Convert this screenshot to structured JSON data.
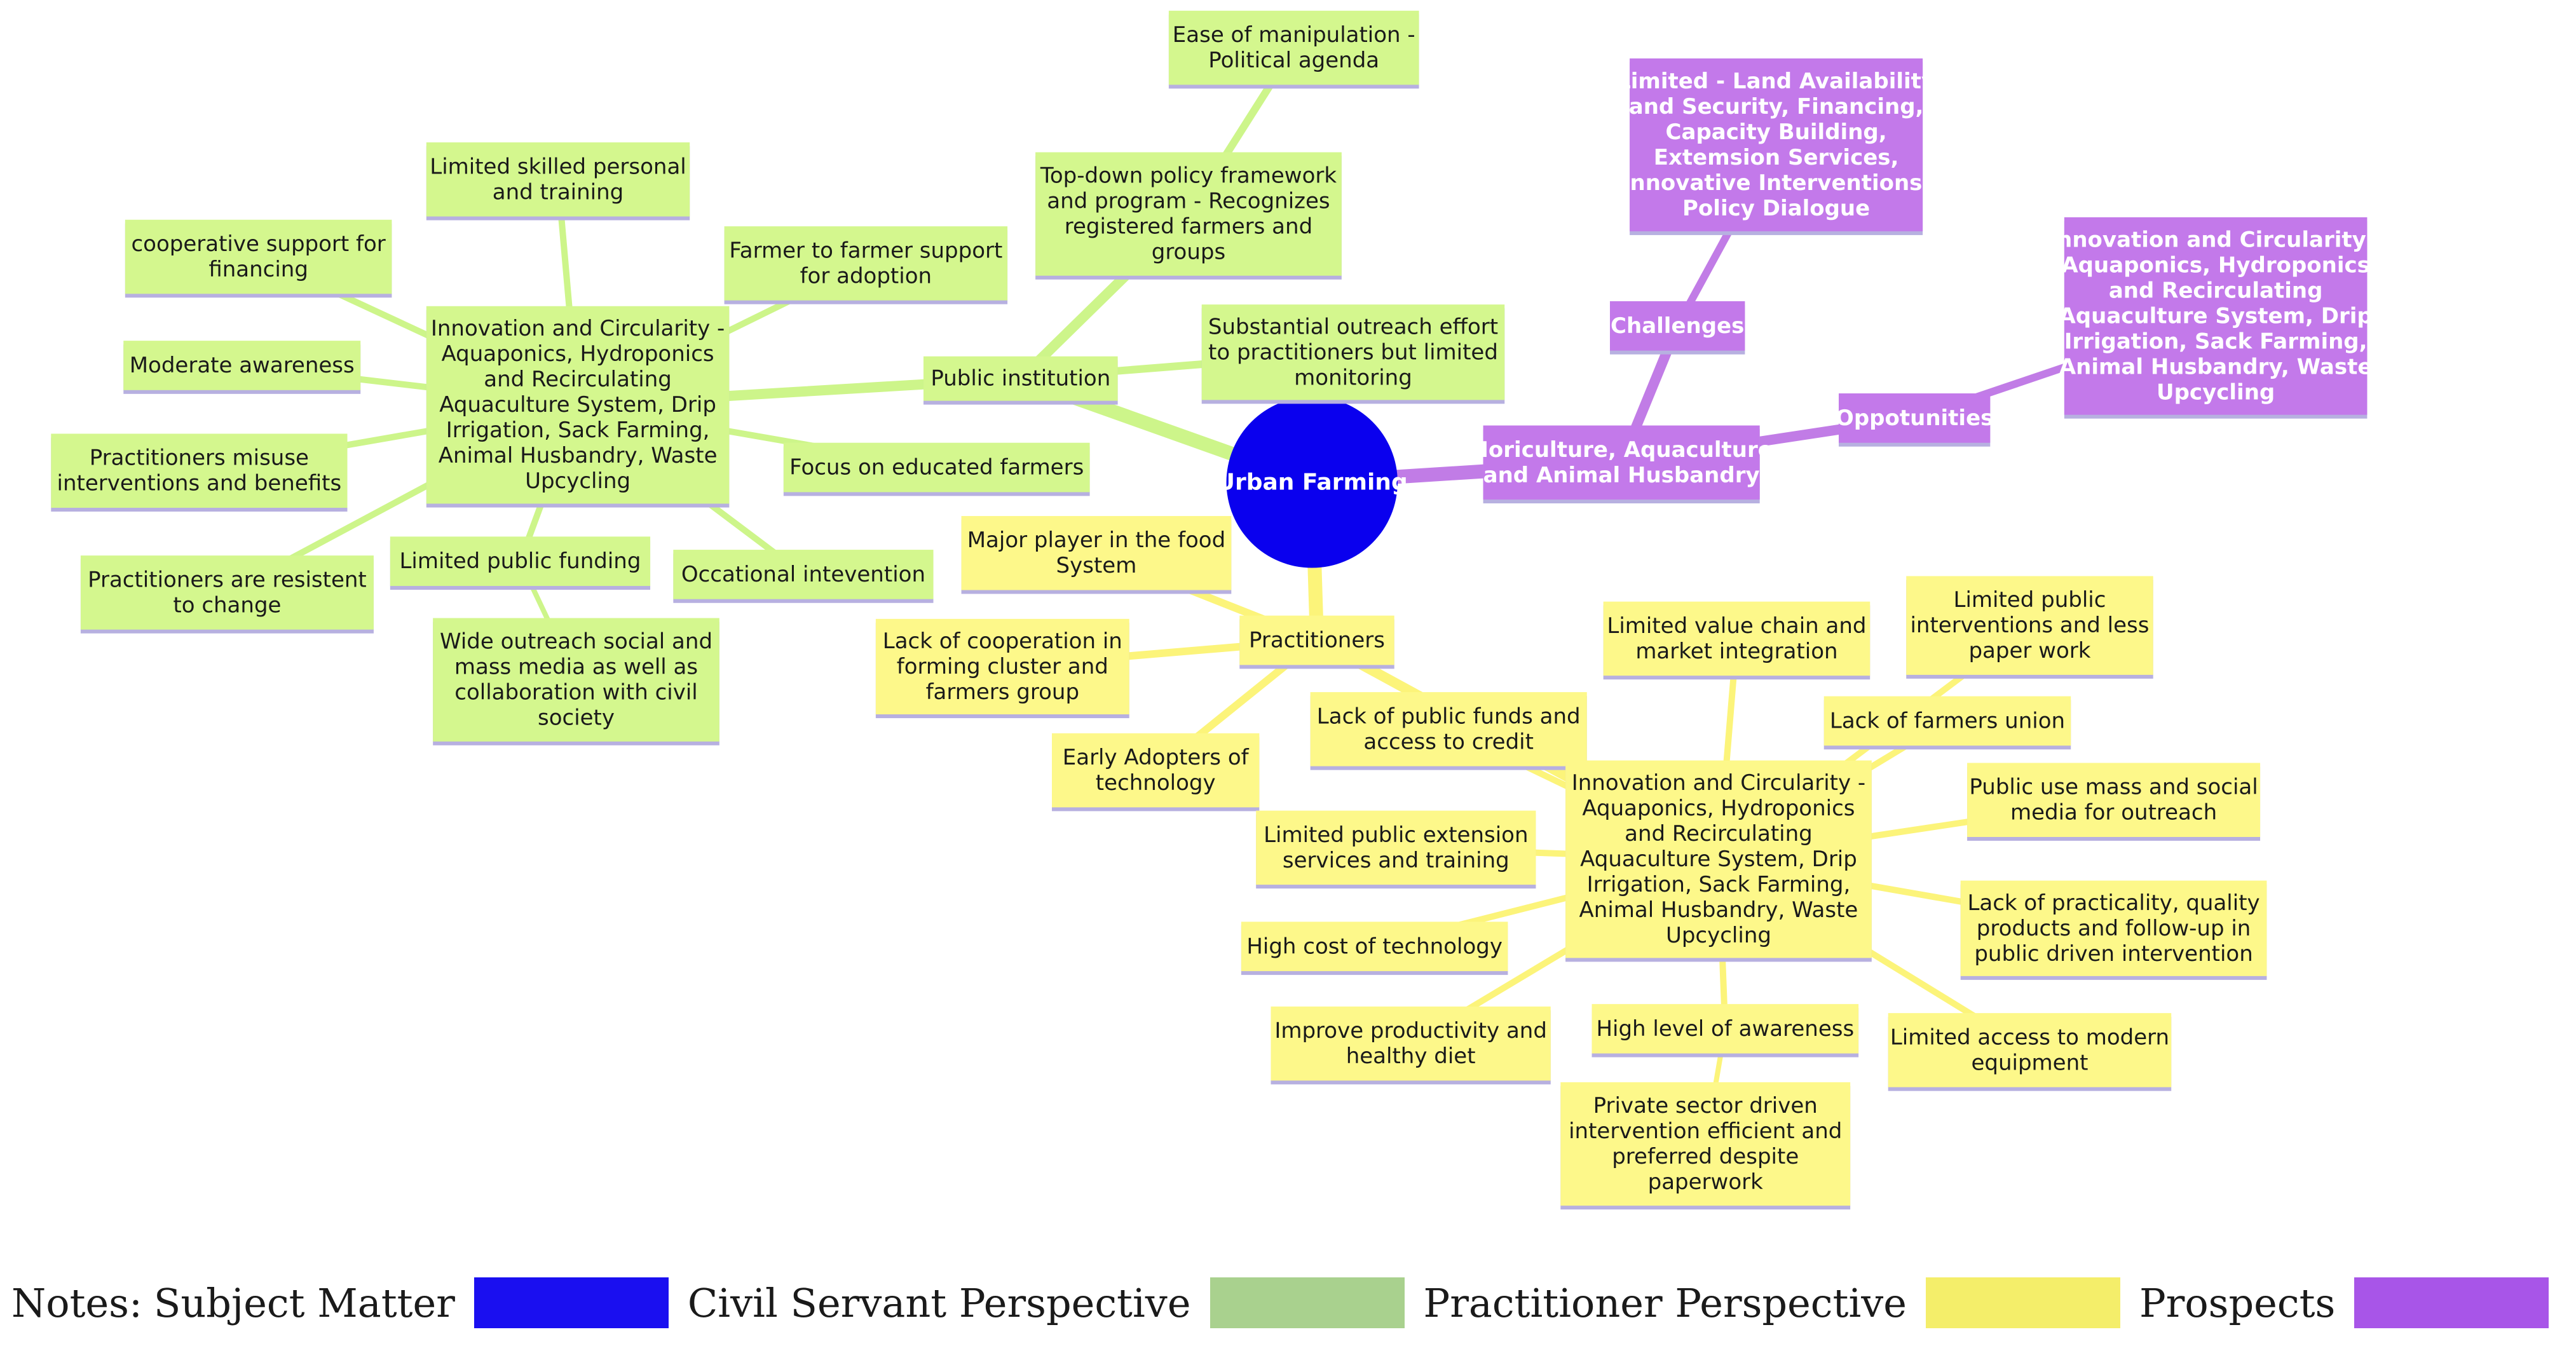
{
  "colors": {
    "subject": "#0a00ee",
    "civil": "#d4f78e",
    "civil_link": "#cdf58a",
    "practitioner": "#fdf88a",
    "practitioner_link": "#fcf47a",
    "prospects": "#c379ea",
    "prospects_link": "#c17ce6",
    "node_shadow": "#b7b0e0",
    "text_dark": "#1a1a1a",
    "text_light": "#ffffff"
  },
  "mindmap": {
    "center": {
      "id": "urban",
      "label": "Urban Farming"
    },
    "civil": {
      "branch": {
        "id": "public-institution",
        "lines": [
          "Public institution"
        ]
      },
      "nodes": [
        {
          "id": "top-down-policy",
          "lines": [
            "Top-down policy framework",
            "and program - Recognizes",
            "registered farmers and",
            "groups"
          ]
        },
        {
          "id": "ease-of-manipulation",
          "lines": [
            "Ease of manipulation -",
            "Political agenda"
          ]
        },
        {
          "id": "substantial-outreach",
          "lines": [
            "Substantial outreach effort",
            "to practitioners but limited",
            "monitoring"
          ]
        },
        {
          "id": "focus-educated",
          "lines": [
            "Focus on educated farmers"
          ]
        },
        {
          "id": "innovation-civil",
          "lines": [
            "Innovation and Circularity -",
            "Aquaponics, Hydroponics",
            "and Recirculating",
            "Aquaculture System, Drip",
            "Irrigation, Sack Farming,",
            "Animal Husbandry, Waste",
            "Upcycling"
          ]
        },
        {
          "id": "limited-skilled",
          "lines": [
            "Limited skilled personal",
            "and training"
          ]
        },
        {
          "id": "farmer-to-farmer",
          "lines": [
            "Farmer to farmer support",
            "for adoption"
          ]
        },
        {
          "id": "cooperative-support",
          "lines": [
            "cooperative support for",
            "financing"
          ]
        },
        {
          "id": "moderate-awareness",
          "lines": [
            "Moderate awareness"
          ]
        },
        {
          "id": "practitioners-misuse",
          "lines": [
            "Practitioners misuse",
            "interventions and benefits"
          ]
        },
        {
          "id": "practitioners-resistent",
          "lines": [
            "Practitioners are resistent",
            "to change"
          ]
        },
        {
          "id": "limited-public-funding",
          "lines": [
            "Limited public funding"
          ]
        },
        {
          "id": "occational-intevention",
          "lines": [
            "Occational intevention"
          ]
        },
        {
          "id": "wide-outreach",
          "lines": [
            "Wide outreach social and",
            "mass media as well as",
            "collaboration with civil",
            "society"
          ]
        }
      ]
    },
    "practitioner": {
      "branch": {
        "id": "practitioners",
        "lines": [
          "Practitioners"
        ]
      },
      "nodes": [
        {
          "id": "major-player",
          "lines": [
            "Major player in the food",
            "System"
          ]
        },
        {
          "id": "lack-cooperation",
          "lines": [
            "Lack of cooperation in",
            "forming cluster and",
            "farmers group"
          ]
        },
        {
          "id": "early-adopters",
          "lines": [
            "Early Adopters of",
            "technology"
          ]
        },
        {
          "id": "lack-public-funds",
          "lines": [
            "Lack of public funds and",
            "access to credit"
          ]
        },
        {
          "id": "innovation-practitioner",
          "lines": [
            "Innovation and Circularity -",
            "Aquaponics, Hydroponics",
            "and Recirculating",
            "Aquaculture System, Drip",
            "Irrigation, Sack Farming,",
            "Animal Husbandry, Waste",
            "Upcycling"
          ]
        },
        {
          "id": "limited-value-chain",
          "lines": [
            "Limited value chain and",
            "market integration"
          ]
        },
        {
          "id": "limited-public-interventions",
          "lines": [
            "Limited public",
            "interventions and less",
            "paper work"
          ]
        },
        {
          "id": "lack-farmers-union",
          "lines": [
            "Lack of farmers union"
          ]
        },
        {
          "id": "public-use-mass",
          "lines": [
            "Public use mass and social",
            "media for outreach"
          ]
        },
        {
          "id": "lack-practicality",
          "lines": [
            "Lack of practicality, quality",
            "products and follow-up in",
            "public driven intervention"
          ]
        },
        {
          "id": "limited-access-equipment",
          "lines": [
            "Limited access to modern",
            "equipment"
          ]
        },
        {
          "id": "high-awareness",
          "lines": [
            "High level of awareness"
          ]
        },
        {
          "id": "private-sector",
          "lines": [
            "Private sector driven",
            "intervention efficient and",
            "preferred despite",
            "paperwork"
          ]
        },
        {
          "id": "improve-productivity",
          "lines": [
            "Improve productivity and",
            "healthy diet"
          ]
        },
        {
          "id": "high-cost",
          "lines": [
            "High cost of technology"
          ]
        },
        {
          "id": "limited-extension",
          "lines": [
            "Limited public extension",
            "services and training"
          ]
        }
      ]
    },
    "prospects": {
      "branch": {
        "id": "horiculture",
        "lines": [
          "Horiculture, Aquaculture",
          "and Animal Husbandry"
        ]
      },
      "nodes": [
        {
          "id": "challenges",
          "lines": [
            "Challenges"
          ]
        },
        {
          "id": "challenges-detail",
          "lines": [
            "Limited - Land Availability",
            "and Security, Financing,",
            "Capacity Building,",
            "Extemsion Services,",
            "Innovative Interventions,",
            "Policy Dialogue"
          ]
        },
        {
          "id": "oppotunities",
          "lines": [
            "Oppotunities"
          ]
        },
        {
          "id": "oppotunities-detail",
          "lines": [
            "Innovation and Circularity -",
            "Aquaponics, Hydroponics",
            "and Recirculating",
            "Aquaculture System, Drip",
            "Irrigation, Sack Farming,",
            "Animal Husbandry, Waste",
            "Upcycling"
          ]
        }
      ]
    }
  },
  "legend": {
    "notes_label": "Notes:",
    "items": [
      {
        "label": "Subject Matter",
        "color": "#1a0ff0"
      },
      {
        "label": "Civil Servant Perspective",
        "color": "#a9d18e"
      },
      {
        "label": "Practitioner Perspective",
        "color": "#f4ee6a"
      },
      {
        "label": "Prospects",
        "color": "#a855e8"
      }
    ]
  }
}
